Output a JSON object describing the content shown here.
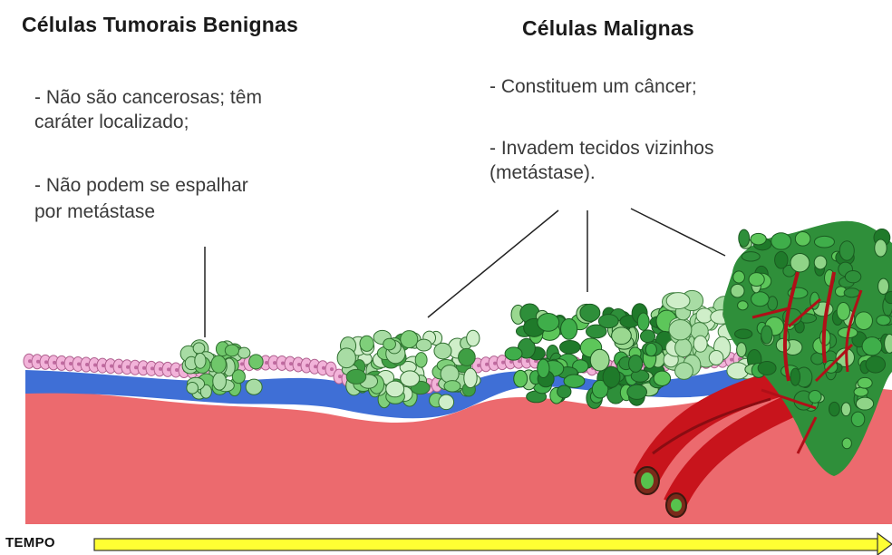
{
  "benign": {
    "title": "Células Tumorais Benignas",
    "notes": [
      "- Não são cancerosas; têm",
      "caráter localizado;",
      "- Não podem se espalhar",
      "por metástase"
    ]
  },
  "malignant": {
    "title": "Células Malignas",
    "notes": [
      "- Constituem um câncer;",
      "- Invadem tecidos vizinhos",
      "(metástase)."
    ]
  },
  "timeline": {
    "label": "TEMPO"
  },
  "colors": {
    "tissue": "#ec6a6e",
    "membrane": "#3f6fd6",
    "normal_cells": "#f2b3d9",
    "benign_cells": "#a8dca4",
    "malignant_cells": "#2e8f3a",
    "blood_vessel": "#c8141c",
    "time_arrow": "#ffff33"
  }
}
